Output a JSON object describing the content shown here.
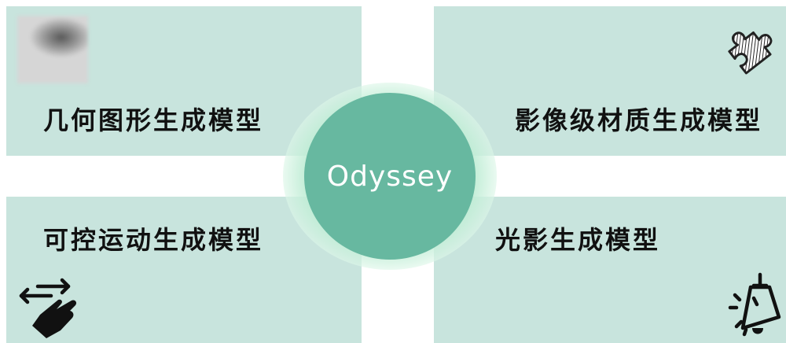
{
  "colors": {
    "card_bg": "#c8e4dd",
    "hub_bg": "#67b8a0"
  },
  "hub": {
    "title": "Odyssey"
  },
  "cards": {
    "top_left": {
      "label": "几何图形生成模型",
      "icon": "blurred-thumbnail"
    },
    "top_right": {
      "label": "影像级材质生成模型",
      "icon": "puzzle-piece-icon"
    },
    "bottom_left": {
      "label": "可控运动生成模型",
      "icon": "swipe-hand-icon"
    },
    "bottom_right": {
      "label": "光影生成模型",
      "icon": "lamp-icon"
    }
  }
}
